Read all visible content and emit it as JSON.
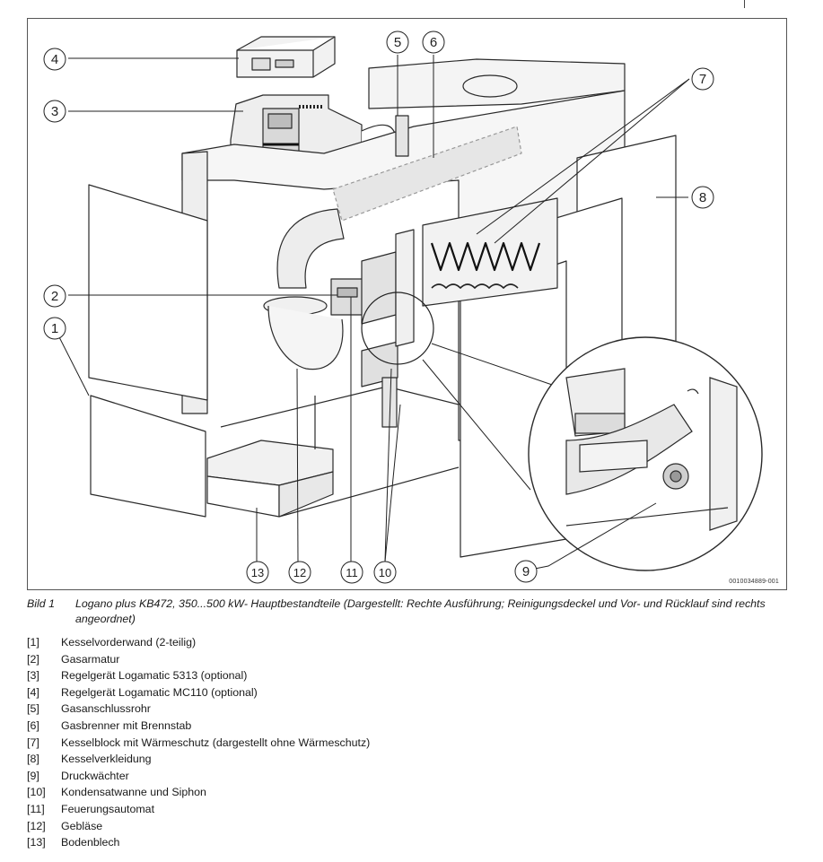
{
  "figure": {
    "id": "0010034889-001",
    "callouts": [
      "1",
      "2",
      "3",
      "4",
      "5",
      "6",
      "7",
      "8",
      "9",
      "10",
      "11",
      "12",
      "13"
    ]
  },
  "caption": {
    "label": "Bild 1",
    "text": "Logano plus KB472, 350...500 kW- Hauptbestandteile (Dargestellt: Rechte Ausführung; Reinigungsdeckel und Vor- und Rücklauf sind rechts angeordnet)"
  },
  "legend": [
    {
      "num": "[1]",
      "text": "Kesselvorderwand (2-teilig)"
    },
    {
      "num": "[2]",
      "text": "Gasarmatur"
    },
    {
      "num": "[3]",
      "text": "Regelgerät Logamatic 5313 (optional)"
    },
    {
      "num": "[4]",
      "text": "Regelgerät Logamatic MC110 (optional)"
    },
    {
      "num": "[5]",
      "text": "Gasanschlussrohr"
    },
    {
      "num": "[6]",
      "text": "Gasbrenner mit Brennstab"
    },
    {
      "num": "[7]",
      "text": "Kesselblock mit Wärmeschutz (dargestellt ohne Wärmeschutz)"
    },
    {
      "num": "[8]",
      "text": "Kesselverkleidung"
    },
    {
      "num": "[9]",
      "text": "Druckwächter"
    },
    {
      "num": "[10]",
      "text": "Kondensatwanne und Siphon"
    },
    {
      "num": "[11]",
      "text": "Feuerungsautomat"
    },
    {
      "num": "[12]",
      "text": "Gebläse"
    },
    {
      "num": "[13]",
      "text": "Bodenblech"
    }
  ]
}
